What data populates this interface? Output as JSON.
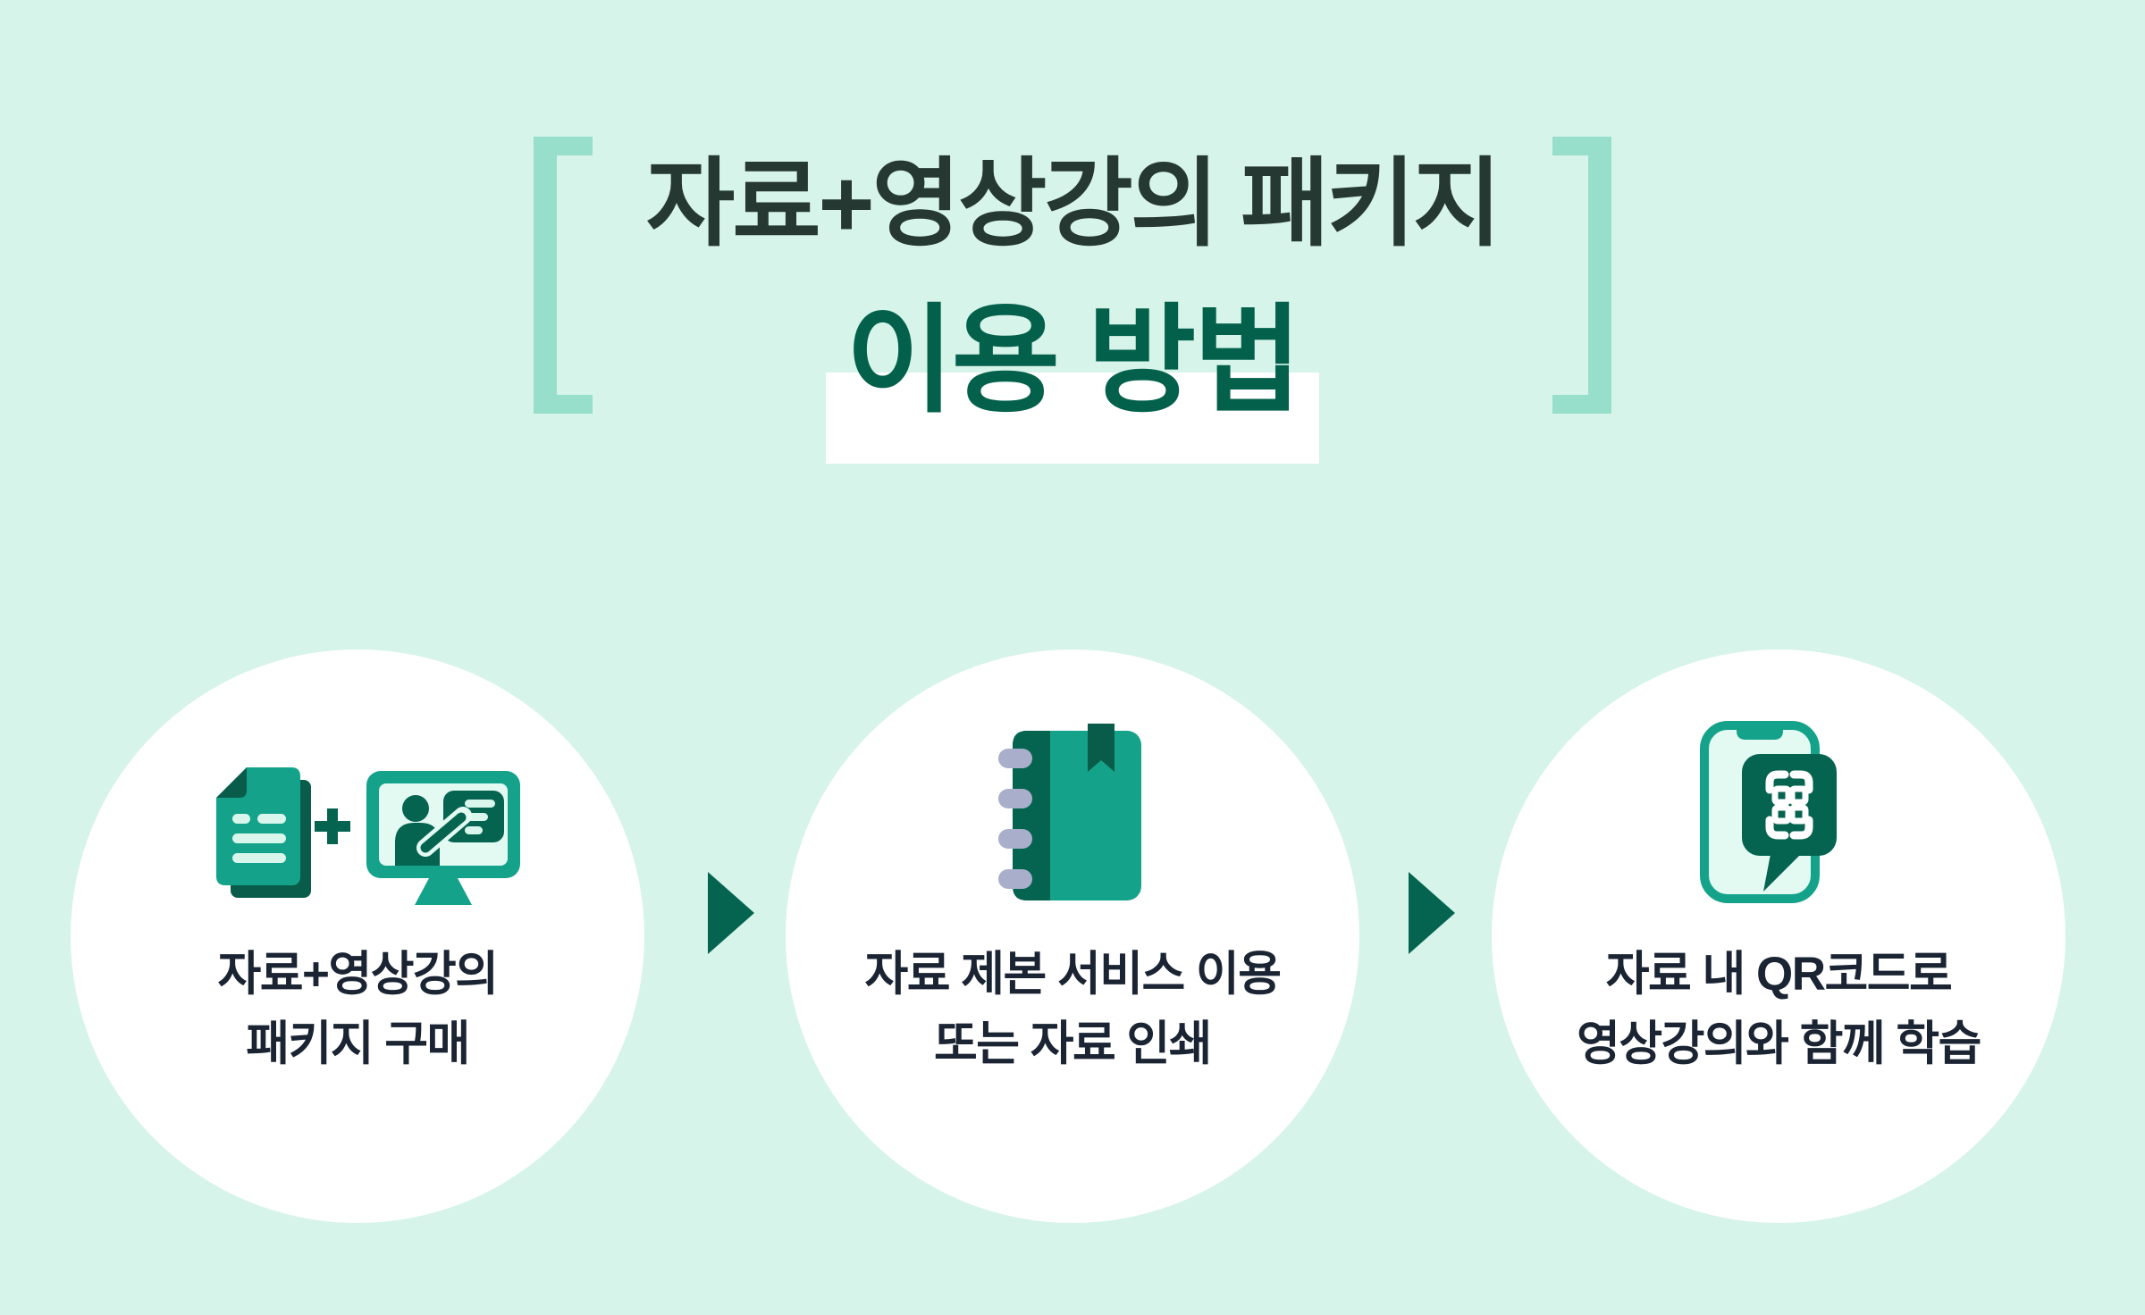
{
  "title": {
    "line1": "자료+영상강의 패키지",
    "line2": "이용 방법"
  },
  "steps": [
    {
      "line1": "자료+영상강의",
      "line2": "패키지 구매",
      "icon": "document-plus-monitor-icon"
    },
    {
      "line1": "자료 제본 서비스 이용",
      "line2": "또는 자료 인쇄",
      "icon": "bound-notebook-icon"
    },
    {
      "line1": "자료 내 QR코드로",
      "line2": "영상강의와 함께 학습",
      "icon": "phone-qr-code-icon"
    }
  ],
  "connector_icon": "arrow-right-icon",
  "colors": {
    "bg": "#d6f4e9",
    "bracket": "#97decb",
    "title": "#263832",
    "subtitle": "#03614b",
    "text": "#1b2433",
    "teal": "#14a38a",
    "green": "#056450",
    "deep": "#0a5c4a",
    "mint": "#d9f6ec",
    "screen": "#e3faf3",
    "ring": "#a9aecb",
    "white": "#ffffff"
  }
}
